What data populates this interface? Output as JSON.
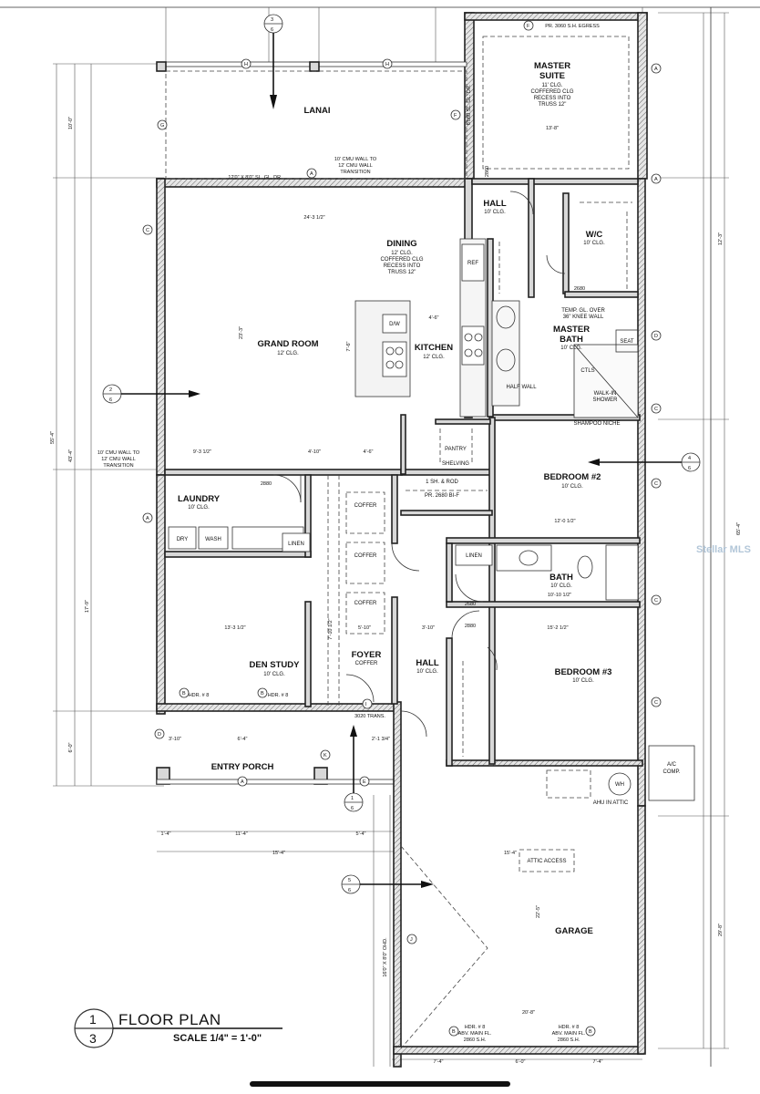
{
  "rooms": {
    "lanai": {
      "name": "LANAI"
    },
    "master_suite": {
      "name": "MASTER SUITE",
      "line1": "MASTER",
      "line2": "SUITE",
      "note1": "11' CLG.",
      "note2": "COFFERED CLG",
      "note3": "RECESS INTO",
      "note4": "TRUSS 12\""
    },
    "grand_room": {
      "name": "GRAND ROOM",
      "ceiling": "12' CLG."
    },
    "dining": {
      "name": "DINING",
      "note1": "12' CLG.",
      "note2": "COFFERED CLG",
      "note3": "RECESS INTO",
      "note4": "TRUSS 12\""
    },
    "kitchen": {
      "name": "KITCHEN",
      "ceiling": "12' CLG."
    },
    "hall_top": {
      "name": "HALL",
      "ceiling": "10' CLG."
    },
    "wic": {
      "name": "W/C",
      "ceiling": "10' CLG."
    },
    "master_bath": {
      "line1": "MASTER",
      "line2": "BATH",
      "ceiling": "10' CLG."
    },
    "laundry": {
      "name": "LAUNDRY",
      "ceiling": "10' CLG."
    },
    "bedroom2": {
      "name": "BEDROOM #2",
      "ceiling": "10' CLG."
    },
    "bath": {
      "name": "BATH",
      "ceiling": "10' CLG."
    },
    "den_study": {
      "name": "DEN STUDY",
      "ceiling": "10' CLG."
    },
    "foyer": {
      "name": "FOYER",
      "note": "COFFER"
    },
    "hall_mid": {
      "name": "HALL",
      "ceiling": "10' CLG."
    },
    "bedroom3": {
      "name": "BEDROOM #3",
      "ceiling": "10' CLG."
    },
    "entry_porch": {
      "name": "ENTRY PORCH"
    },
    "garage": {
      "name": "GARAGE"
    },
    "pantry": {
      "name": "PANTRY"
    }
  },
  "fixtures": {
    "dry": "DRY",
    "wash": "WASH",
    "linen1": "LINEN",
    "linen2": "LINEN",
    "ref": "REF",
    "dw": "D/W",
    "seat": "SEAT",
    "ctls": "CTLS",
    "walkin": "WALK-IN",
    "shower": "SHOWER",
    "half_wall": "HALF WALL",
    "shampoo": "SHAMPOO NICHE",
    "ac": "A/C",
    "comp": "COMP.",
    "wh": "WH",
    "ahu": "AHU IN ATTIC",
    "attic": "ATTIC ACCESS",
    "shelving": "SHELVING",
    "temp_gl": "TEMP. GL. OVER",
    "knee_wall": "36\" KNEE WALL",
    "coffer": "COFFER",
    "shelf_rod": "1 SH. & ROD",
    "pr_bifold": "PR. 2680 BI-F"
  },
  "notes": {
    "lanai_door": "12'0\" X 8'0\" SL. GL. DR.",
    "cmu_top1": "10' CMU WALL TO",
    "cmu_top2": "12' CMU WALL",
    "cmu_top3": "TRANSITION",
    "cmu_left1": "10' CMU WALL TO",
    "cmu_left2": "12' CMU WALL",
    "cmu_left3": "TRANSITION",
    "egress": "PR. 3060 S.H. EGRESS",
    "hdr": "HDR. # 8",
    "trans": "3020 TRANS.",
    "garage_hdr1": "HDR. # 8",
    "garage_hdr2": "ABV. MAIN FL.",
    "garage_hdr3": "2860 S.H.",
    "ohd": "16'0\" X 8'0\" OHD.",
    "door_2880": "2880",
    "door_2680": "2680",
    "door_2860": "2860",
    "sl_gl": "6'080 SL. GL. DR."
  },
  "dimensions": {
    "d1": "24'-3 1/2\"",
    "d2": "23'-3\"",
    "d3": "4'-6\"",
    "d4": "7'-6\"",
    "d5": "9'-3 1/2\"",
    "d6": "4'-10\"",
    "d7": "4'-6\"",
    "d8": "13'-8\"",
    "d9": "12'-0 1/2\"",
    "d10": "10'-10 1/2\"",
    "d11": "13'-3 1/2\"",
    "d12": "15'-2 1/2\"",
    "d13": "15'-4\"",
    "d14": "15'-4\"",
    "d15": "22'-5\"",
    "d16": "20'-8\"",
    "d17": "7'-4\"",
    "d18": "6'-0\"",
    "d19": "7'-4\"",
    "d20": "11'-4\"",
    "d21": "1'-4\"",
    "d22": "5'-4\"",
    "d23": "55'-4\"",
    "d24": "43'-4\"",
    "d25": "65'-4\"",
    "d26": "29'-8\"",
    "d27": "10'-0\"",
    "d28": "12'-3\"",
    "d29": "17'-9\"",
    "d30": "6'-0\"",
    "d31": "6'-4\"",
    "d32": "3'-10\"",
    "d33": "5'-10\"",
    "d34": "7'-10 1/2\"",
    "d35": "2'-1 3/4\"",
    "d36": "3'-10\""
  },
  "markers": {
    "A": "A",
    "B": "B",
    "C": "C",
    "D": "D",
    "E": "E",
    "F": "F",
    "G": "G",
    "H": "H",
    "I": "I",
    "J": "J",
    "K": "K",
    "sec_top": "3",
    "sec_top_b": "6",
    "sec_left": "2",
    "sec_left_b": "6",
    "sec_right": "4",
    "sec_right_b": "6",
    "sec_mid": "1",
    "sec_mid_b": "6",
    "sec_low": "5",
    "sec_low_b": "6"
  },
  "title_block": {
    "num": "1",
    "sheet": "3",
    "title": "FLOOR PLAN",
    "scale": "SCALE 1/4\" = 1'-0\""
  },
  "watermark": "Stellar MLS"
}
